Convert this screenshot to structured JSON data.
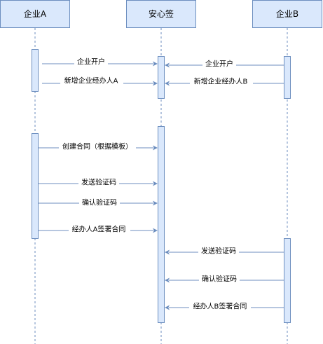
{
  "participants": {
    "a": "企业A",
    "center": "安心签",
    "b": "企业B"
  },
  "messages": {
    "a_open_account": "企业开户",
    "b_open_account": "企业开户",
    "a_add_agent": "新增企业经办人A",
    "b_add_agent": "新增企业经办人B",
    "a_create_contract": "创建合同（根据模板）",
    "a_send_code": "发送验证码",
    "a_confirm_code": "确认验证码",
    "a_sign_contract": "经办人A签署合同",
    "b_send_code": "发送验证码",
    "b_confirm_code": "确认验证码",
    "b_sign_contract": "经办人B签署合同"
  },
  "colors": {
    "fill": "#dae8fc",
    "stroke": "#6c8ebf",
    "text": "#000000"
  }
}
